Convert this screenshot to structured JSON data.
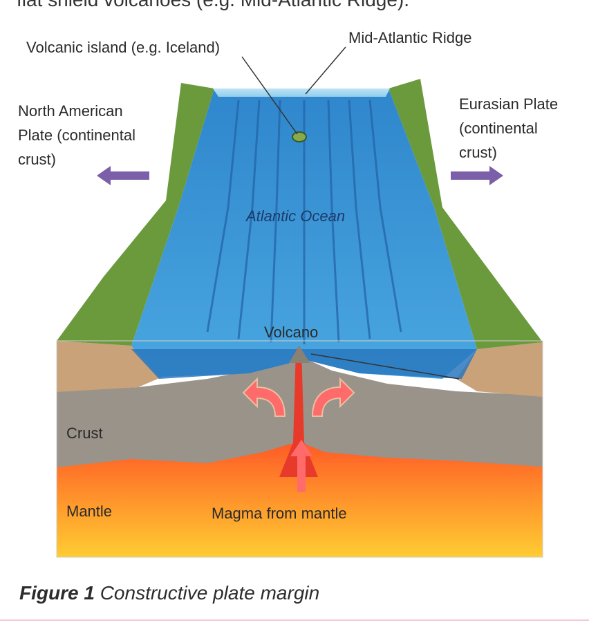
{
  "header_cut_text": "flat shield volcanoes (e.g. Mid-Atlantic Ridge).",
  "labels": {
    "volcanic_island": "Volcanic island (e.g. Iceland)",
    "mid_atlantic_ridge": "Mid-Atlantic Ridge",
    "north_american_plate": [
      "North American",
      "Plate (continental",
      "crust)"
    ],
    "eurasian_plate": [
      "Eurasian Plate",
      "(continental",
      "crust)"
    ],
    "atlantic_ocean": "Atlantic Ocean",
    "volcano": "Volcano",
    "crust": "Crust",
    "mantle": "Mantle",
    "magma": "Magma from mantle"
  },
  "caption": {
    "figure_number": "Figure 1",
    "figure_text": "Constructive plate margin"
  },
  "colors": {
    "ocean": "#3d9ad8",
    "ocean_dark": "#2a78be",
    "land_green": "#6a9a3c",
    "land_brown": "#c9a27a",
    "crust_grey": "#9a938a",
    "mantle_top": "#ff6a2a",
    "mantle_bottom": "#ffc630",
    "magma_red": "#e83a2a",
    "arrow_purple": "#7b5fa8",
    "arrow_pink": "#ff6a6a"
  }
}
